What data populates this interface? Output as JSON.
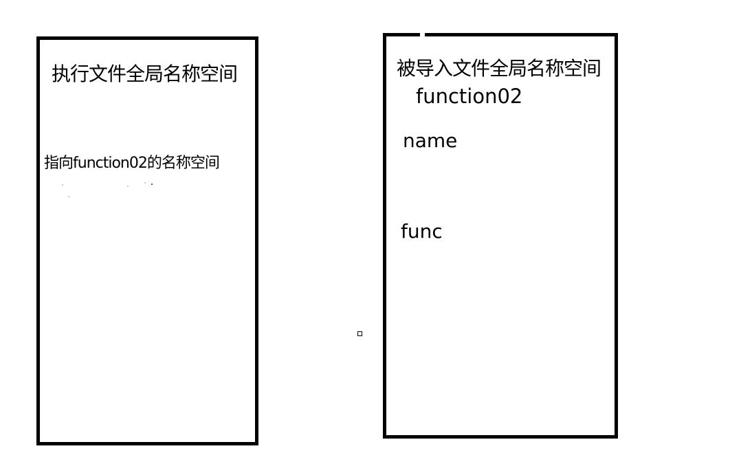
{
  "left_box": {
    "title": "执行文件全局名称空间",
    "pointer_text": "指向function02的名称空间"
  },
  "right_box": {
    "title": "被导入文件全局名称空间",
    "function_name": "function02",
    "items": [
      "name",
      "func"
    ]
  }
}
